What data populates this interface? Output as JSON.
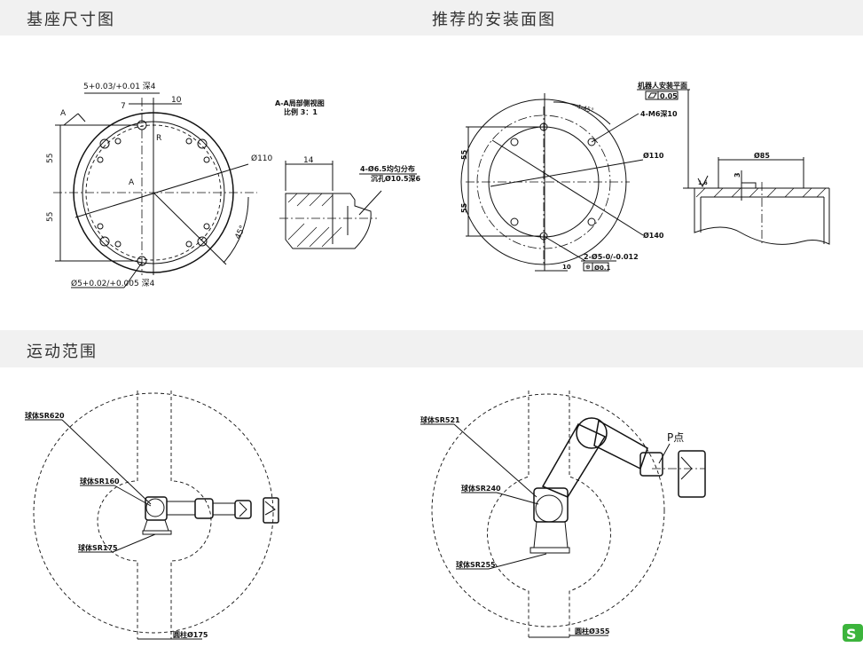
{
  "sections": {
    "base_dimensions": "基座尺寸图",
    "mounting_surface": "推荐的安装面图",
    "motion_range": "运动范围"
  },
  "base_drawing": {
    "pin_hole_top": "5+0.03/+0.01 深4",
    "dim_10": "10",
    "dim_7": "7",
    "section_A": "A",
    "radius": "R",
    "dim_55_top": "55",
    "dim_55_bottom": "55",
    "dia_110": "Ø110",
    "angle_45": "45°",
    "pin_hole_bottom": "Ø5+0.02/+0.005 深4",
    "section_title": "A-A局部侧视图",
    "section_scale": "比例 3：1",
    "dim_14": "14",
    "holes_note": "4-Ø6.5均匀分布",
    "counterbore_note": "沉孔Ø10.5深6"
  },
  "mount_drawing": {
    "surface_label": "机器人安装平面",
    "flatness": "0.05",
    "angle": "4-45°",
    "thread": "4-M6深10",
    "dia_110": "Ø110",
    "dia_140": "Ø140",
    "dim_55_top": "55",
    "dim_55_bottom": "55",
    "pin_holes": "2-Ø5-0/-0.012",
    "position_tol": "Ø0.1",
    "dim_10": "10",
    "dia_85": "Ø85",
    "dim_3": "3",
    "roughness": "1.6"
  },
  "motion_left": {
    "sr620": "球体SR620",
    "sr160": "球体SR160",
    "sr175": "球体SR175",
    "cyl175": "圆柱Ø175"
  },
  "motion_right": {
    "sr521": "球体SR521",
    "sr240": "球体SR240",
    "sr255": "球体SR255",
    "cyl355": "圆柱Ø355",
    "p_point": "P点"
  }
}
